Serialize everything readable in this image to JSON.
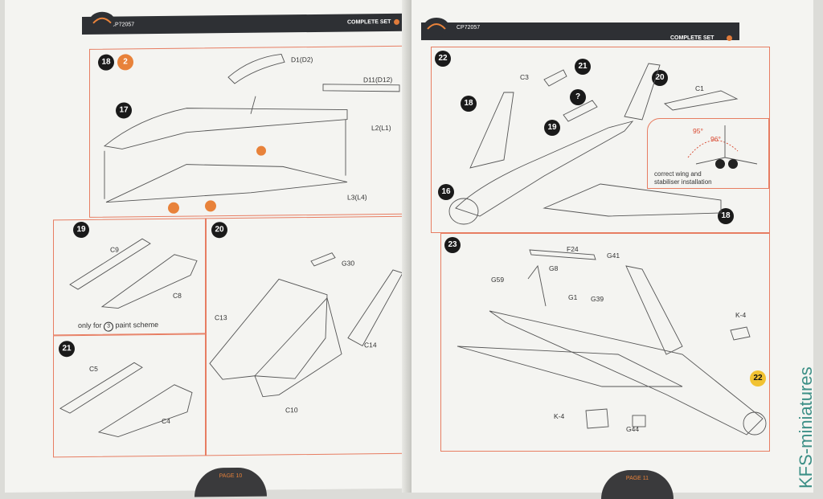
{
  "header": {
    "code": "CP72057",
    "set_label": "COMPLETE SET"
  },
  "left_page": {
    "footer": "PAGE 10",
    "panel18": {
      "step": "18",
      "paint_ref": "2",
      "sub_step": "17",
      "parts": [
        "D1(D2)",
        "D11(D12)",
        "L2(L1)",
        "L3(L4)"
      ]
    },
    "panel19": {
      "step": "19",
      "parts": [
        "C9",
        "C8"
      ],
      "note": "only for",
      "note_num": "3",
      "note_tail": "paint scheme"
    },
    "panel20": {
      "step": "20",
      "parts": [
        "G30",
        "C13",
        "C14",
        "C10"
      ]
    },
    "panel21": {
      "step": "21",
      "parts": [
        "C5",
        "C4"
      ]
    }
  },
  "right_page": {
    "footer": "PAGE 11",
    "panel22": {
      "step": "22",
      "parts": [
        "C3",
        "C1"
      ],
      "sub_steps": [
        "21",
        "?",
        "20",
        "18",
        "19",
        "16",
        "18"
      ],
      "angles": [
        "95°",
        "96°"
      ],
      "inset_note": "correct wing and\nstabiliser installation"
    },
    "panel23": {
      "step": "23",
      "parts": [
        "F24",
        "G41",
        "G8",
        "G59",
        "G1",
        "G39",
        "K-4",
        "K-4",
        "G44"
      ],
      "sub_step": "22"
    }
  },
  "watermark": "KFS-miniatures",
  "colors": {
    "accent": "#e8823a",
    "frame": "#e77d62",
    "header": "#2e3034"
  }
}
